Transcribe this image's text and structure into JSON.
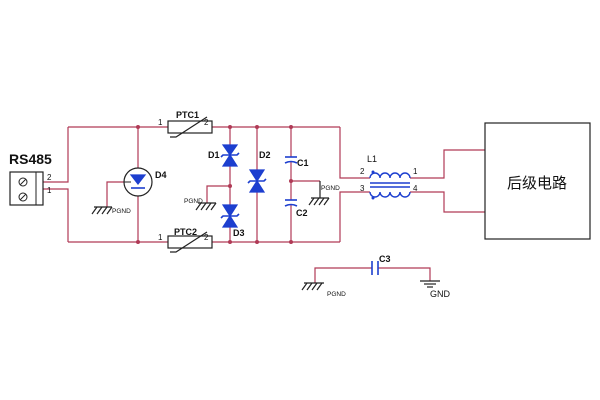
{
  "connector": {
    "label": "RS485",
    "pin_upper": "2",
    "pin_lower": "1"
  },
  "ptc1": {
    "label": "PTC1",
    "pin_left": "1",
    "pin_right": "2"
  },
  "ptc2": {
    "label": "PTC2",
    "pin_left": "1",
    "pin_right": "2"
  },
  "d4": {
    "label": "D4",
    "gnd": "PGND"
  },
  "d1": {
    "label": "D1"
  },
  "d2": {
    "label": "D2"
  },
  "d3": {
    "label": "D3",
    "gnd": "PGND"
  },
  "c1": {
    "label": "C1"
  },
  "c2": {
    "label": "C2",
    "gnd": "PGND"
  },
  "l1": {
    "label": "L1",
    "pin_tl": "2",
    "pin_tr": "1",
    "pin_bl": "3",
    "pin_br": "4"
  },
  "c3": {
    "label": "C3",
    "left_gnd": "PGND",
    "right_gnd": "GND"
  },
  "rear_circuit": {
    "label": "后级电路"
  }
}
